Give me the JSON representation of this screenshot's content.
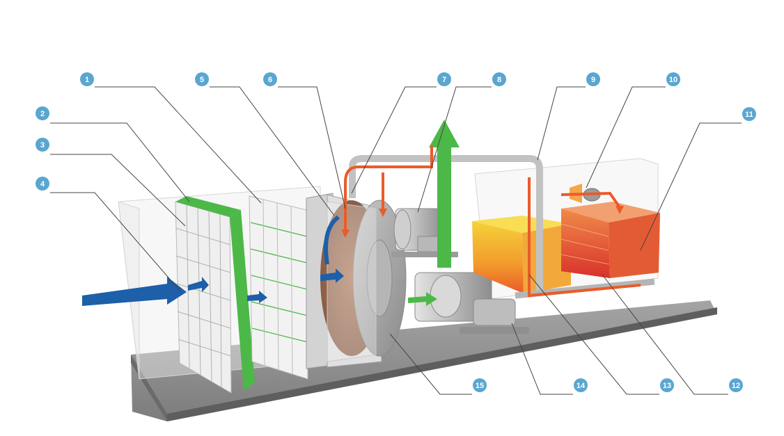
{
  "colors": {
    "intake_air": "#1d5fa8",
    "clean_air": "#4cb848",
    "hot_air": "#ea5b2a",
    "callout_badge": "#5aa6d0",
    "frame": "#9a9a9a",
    "base": "#8e8e8e"
  },
  "callouts": [
    {
      "id": "c1",
      "label": "1"
    },
    {
      "id": "c2",
      "label": "2"
    },
    {
      "id": "c3",
      "label": "3"
    },
    {
      "id": "c4",
      "label": "4"
    },
    {
      "id": "c5",
      "label": "5"
    },
    {
      "id": "c6",
      "label": "6"
    },
    {
      "id": "c7",
      "label": "7"
    },
    {
      "id": "c8",
      "label": "8"
    },
    {
      "id": "c9",
      "label": "9"
    },
    {
      "id": "c10",
      "label": "10"
    },
    {
      "id": "c11",
      "label": "11"
    },
    {
      "id": "c12",
      "label": "12"
    },
    {
      "id": "c13",
      "label": "13"
    },
    {
      "id": "c14",
      "label": "14"
    },
    {
      "id": "c15",
      "label": "15"
    }
  ]
}
